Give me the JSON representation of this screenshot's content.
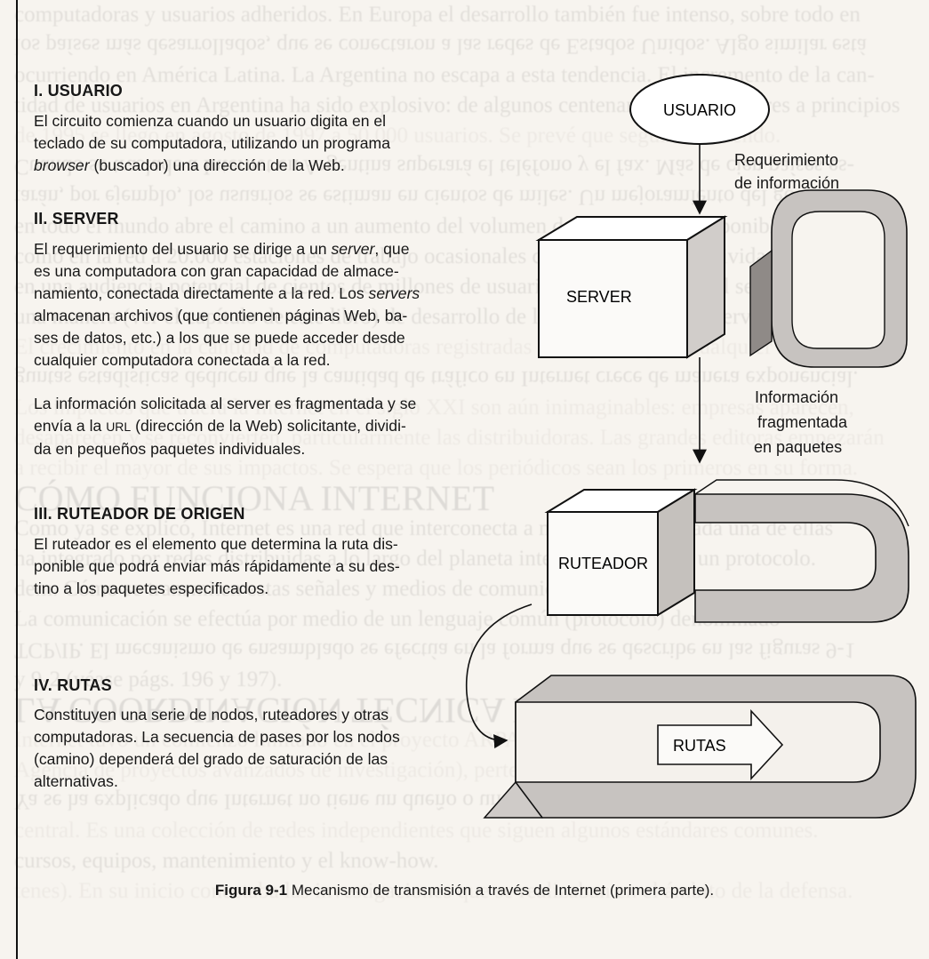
{
  "sections": {
    "usuario": {
      "title": "I. USUARIO",
      "text": "El circuito comienza cuando un usuario digita en el\nteclado de su computadora, utilizando un programa\nbrowser (buscador) una dirección de la Web."
    },
    "server": {
      "title": "II. SERVER",
      "text": "El requerimiento del usuario se dirige a un server, que\nes una computadora con gran capacidad de almace-\nnamiento, conectada directamente a la red. Los servers\nalmacenan archivos (que contienen páginas Web, ba-\nses de datos, etc.) a los que se puede acceder desde\ncualquier computadora conectada a la red.",
      "text2": "La información solicitada al server es fragmentada y se\nenvía a la URL (dirección de la Web) solicitante, dividi-\nda en pequeños paquetes individuales."
    },
    "ruteador": {
      "title": "III. RUTEADOR DE ORIGEN",
      "text": "El ruteador es el elemento que determina la ruta dis-\nponible que podrá enviar más rápidamente a su des-\ntino a los paquetes especificados."
    },
    "rutas": {
      "title": "IV. RUTAS",
      "text": "Constituyen una serie de nodos, ruteadores y otras\ncomputadoras. La secuencia de pases por los nodos\n(camino) dependerá del grado de  saturación de las\nalternativas."
    }
  },
  "diagram": {
    "usuario_label": "USUARIO",
    "requerimiento_label": "Requerimiento\nde información",
    "server_label": "SERVER",
    "info_fragmentada_label": "Información\nfragmentada\nen paquetes",
    "ruteador_label": "RUTEADOR",
    "rutas_label": "RUTAS"
  },
  "caption": {
    "figure": "Figura 9-1",
    "text": "Mecanismo de transmisión a través de Internet (primera parte)."
  },
  "colors": {
    "paper": "#f7f4ef",
    "box_shadow": "#b5b1ad",
    "ink": "#171717"
  },
  "bleed_through": {
    "lines": [
      "computadoras y usuarios adheridos. En Europa el desarrollo también fue intenso, sobre todo en",
      "los países más desarrollados, que se conectaron a las redes de Estados Unidos. Algo similar está",
      "ocurriendo en América Latina. La Argentina no escapa a esta tendencia. El incremento de la can-",
      "tidad de usuarios en Argentina ha sido explosivo: de algunos centenares de suscriptores a principios",
      "de 1995 se llegó en agosto de 1997 a 50.000 usuarios. Se prevé que seguirá creciendo.",
      "Cuando se traslade a Internet en Argentina superará el teléfono y el fax. Más de cien países es-",
      "tarán, por ejemplo, los usuarios se estiman en cientos de miles. Un mejoramiento del gobierno",
      "en todo el mundo abre el camino a un aumento del volumen de información disponible en la red",
      "como en la red a 20.000 estaciones de trabajo ocasionales conectadas en sus actividades con",
      "en una audiencia potencial de cientos de millones de usuarios. Su impacto social será grande.",
      "una manera (ver el capítulo de este libro) de desarrollo de la red mundial y los servicios.",
      "El crecimiento en la cantidad de computadoras registradas es muy alto para cualquier medida.",
      "guntas estadísticas deducen que la cantidad de tráfico en Internet crece de manera exponencial.",
      "Los impactos que traerá la Internet en el siglo XXI son aún inimaginables: empresas aparecen,",
      "desaparecen y se reconvierten, particularmente las distribuidoras. Las grandes editoras empezarán",
      "a recibir el mayor de sus impactos. Se espera que los periódicos sean los primeros en su forma.",
      "CÓMO FUNCIONA INTERNET",
      "Como ya se explicó, Internet es una red que interconecta a miles de redes. Cada una de ellas",
      "ha integrado por redes distribuidas a lo largo del planeta interconectadas por un protocolo.",
      "dem. Cómo se transmiten estas señales y medios de comunicación.",
      "La comunicación se efectúa por medio de un lenguaje común (protocolo) denominado",
      "TCP/IP. El mecanismo de ensamblado se efectúa en la forma que se describe en las figuras 9-1",
      "y 9-2 (véase págs. 196 y 197).",
      "LA COORDINACIÓN TÉCNICA DE INTERNET",
      "Internet tuvo un comienzo limitado en el proyecto ARPA (Advanced Research Projects Agency,",
      "Agencia de proyectos avanzados de investigación), perteneciente al Departamento",
      "Ya se ha explicado que Internet no tiene un dueño o un propietario. Tampoco tiene un control",
      "central. Es una colección de redes independientes que siguen algunos estándares comunes.",
      "cursos, equipos, mantenimiento y el know-how.",
      "tenes). En su inicio conectaba las investigaciones que se realizaban en el ámbito de la defensa."
    ]
  }
}
